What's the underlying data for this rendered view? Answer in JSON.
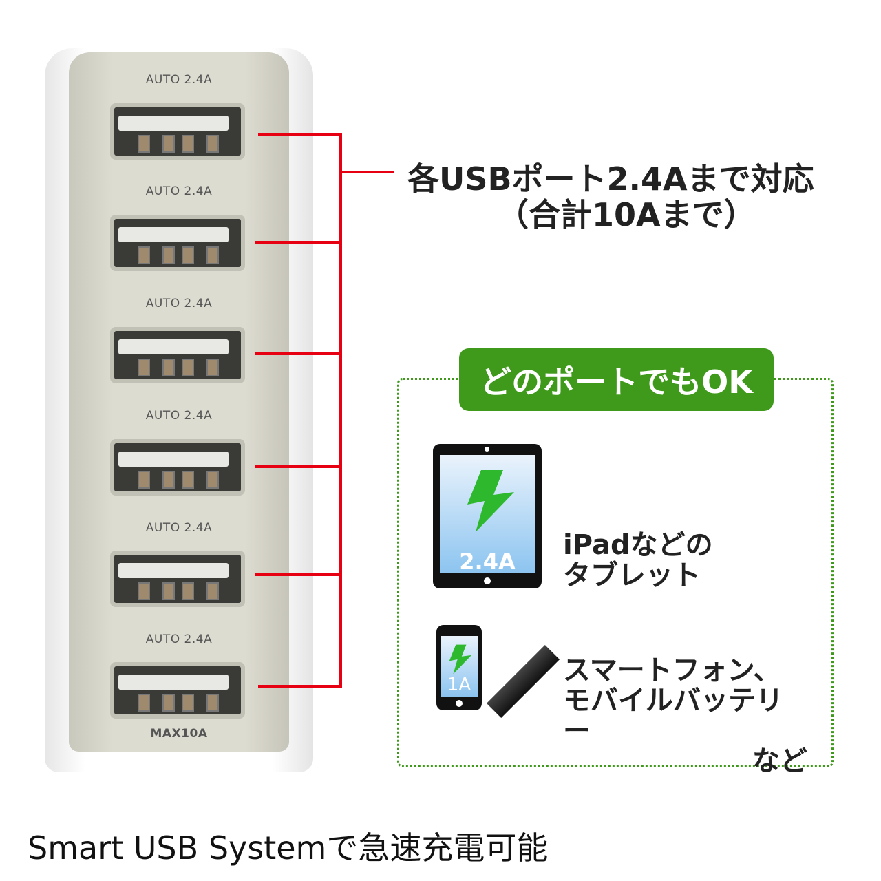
{
  "product": {
    "port_labels": [
      "AUTO 2.4A",
      "AUTO 2.4A",
      "AUTO 2.4A",
      "AUTO 2.4A",
      "AUTO 2.4A",
      "AUTO 2.4A"
    ],
    "bottom_label": "MAX10A"
  },
  "callout": {
    "line1": "各USBポート2.4Aまで対応",
    "line2": "（合計10Aまで）",
    "color": "#e60012"
  },
  "feature_box": {
    "title": "どのポートでもOK",
    "accent": "#3f9a1b",
    "tablet": {
      "current": "2.4A",
      "label_line1": "iPadなどの",
      "label_line2": "タブレット"
    },
    "phone": {
      "current": "1A",
      "label_line1": "スマートフォン、",
      "label_line2": "モバイルバッテリー",
      "label_line3": "など"
    }
  },
  "caption": "Smart USB Systemで急速充電可能"
}
